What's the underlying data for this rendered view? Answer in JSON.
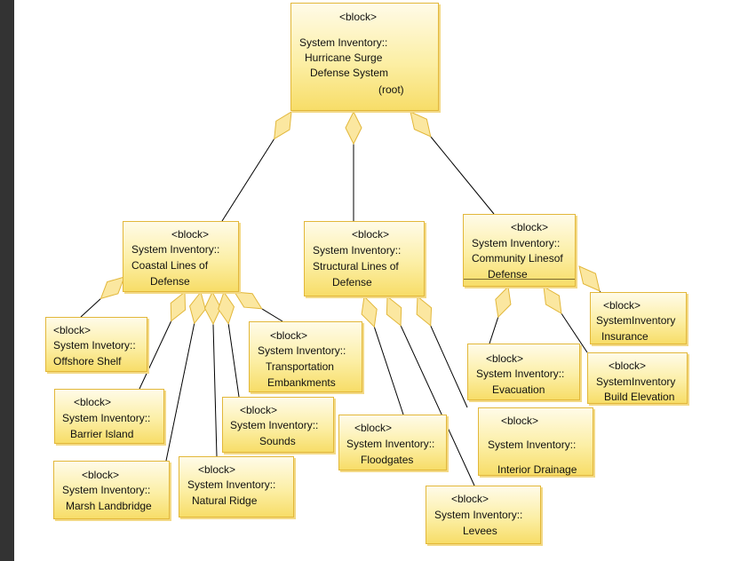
{
  "diagram": {
    "root": {
      "stereotype": "<block>",
      "lines": [
        "System Inventory::",
        "Hurricane Surge",
        "Defense System",
        "(root)"
      ]
    },
    "coastal": {
      "stereotype": "<block>",
      "lines": [
        "System Inventory::",
        "Coastal Lines of",
        "Defense"
      ]
    },
    "structural": {
      "stereotype": "<block>",
      "lines": [
        "System Inventory::",
        "Structural Lines of",
        "Defense"
      ]
    },
    "community": {
      "stereotype": "<block>",
      "lines": [
        "System Inventory::",
        "Community Linesof",
        "Defense"
      ]
    },
    "offshore": {
      "stereotype": "<block>",
      "lines": [
        "System Invetory::",
        "Offshore Shelf"
      ]
    },
    "barrier": {
      "stereotype": "<block>",
      "lines": [
        "System Inventory::",
        "Barrier Island"
      ]
    },
    "marsh": {
      "stereotype": "<block>",
      "lines": [
        "System Inventory::",
        "Marsh Landbridge"
      ]
    },
    "ridge": {
      "stereotype": "<block>",
      "lines": [
        "System Inventory::",
        "Natural Ridge"
      ]
    },
    "sounds": {
      "stereotype": "<block>",
      "lines": [
        "System Inventory::",
        "Sounds"
      ]
    },
    "transport": {
      "stereotype": "<block>",
      "lines": [
        "System Inventory::",
        "Transportation",
        "Embankments"
      ]
    },
    "floodgates": {
      "stereotype": "<block>",
      "lines": [
        "System Inventory::",
        "Floodgates"
      ]
    },
    "levees": {
      "stereotype": "<block>",
      "lines": [
        "System Inventory::",
        "Levees"
      ]
    },
    "drainage": {
      "stereotype": "<block>",
      "lines": [
        "System Inventory::",
        "Interior Drainage"
      ]
    },
    "evacuation": {
      "stereotype": "<block>",
      "lines": [
        "System Inventory::",
        "Evacuation"
      ]
    },
    "insurance": {
      "stereotype": "<block>",
      "lines": [
        "SystemInventory",
        "Insurance"
      ]
    },
    "elevation": {
      "stereotype": "<block>",
      "lines": [
        "SystemInventory",
        "Build Elevation"
      ]
    }
  },
  "relationships": [
    {
      "whole": "root",
      "part": "coastal",
      "kind": "composition"
    },
    {
      "whole": "root",
      "part": "structural",
      "kind": "composition"
    },
    {
      "whole": "root",
      "part": "community",
      "kind": "composition"
    },
    {
      "whole": "coastal",
      "part": "offshore",
      "kind": "composition"
    },
    {
      "whole": "coastal",
      "part": "barrier",
      "kind": "composition"
    },
    {
      "whole": "coastal",
      "part": "marsh",
      "kind": "composition"
    },
    {
      "whole": "coastal",
      "part": "ridge",
      "kind": "composition"
    },
    {
      "whole": "coastal",
      "part": "sounds",
      "kind": "composition"
    },
    {
      "whole": "coastal",
      "part": "transport",
      "kind": "composition"
    },
    {
      "whole": "structural",
      "part": "floodgates",
      "kind": "composition"
    },
    {
      "whole": "structural",
      "part": "levees",
      "kind": "composition"
    },
    {
      "whole": "structural",
      "part": "drainage",
      "kind": "composition"
    },
    {
      "whole": "community",
      "part": "evacuation",
      "kind": "composition"
    },
    {
      "whole": "community",
      "part": "elevation",
      "kind": "composition"
    },
    {
      "whole": "community",
      "part": "insurance",
      "kind": "composition"
    }
  ],
  "colors": {
    "block_top": "#fffbe8",
    "block_bottom": "#f7dd68",
    "block_border": "#e2b73a",
    "diamond_fill": "#fbe7a0",
    "line": "#000000",
    "frame": "#333333"
  }
}
